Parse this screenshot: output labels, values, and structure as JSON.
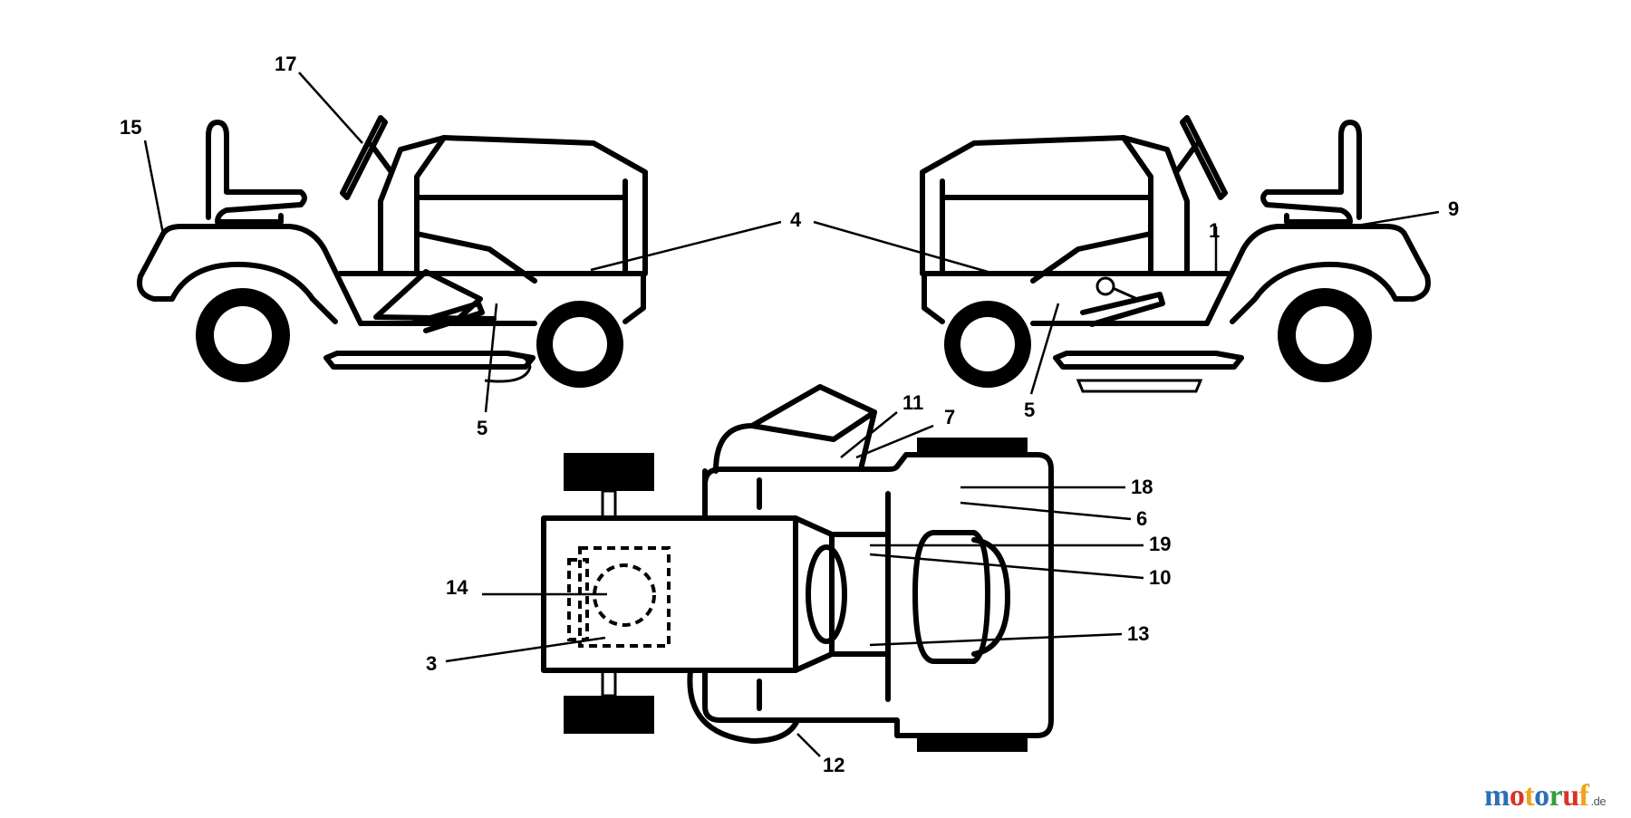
{
  "labels": {
    "l1": "1",
    "l3": "3",
    "l4": "4",
    "l5a": "5",
    "l5b": "5",
    "l6": "6",
    "l7": "7",
    "l9": "9",
    "l10": "10",
    "l11": "11",
    "l12": "12",
    "l13": "13",
    "l14": "14",
    "l15": "15",
    "l17": "17",
    "l18": "18",
    "l19": "19"
  },
  "watermark": {
    "letters": [
      "m",
      "o",
      "t",
      "o",
      "r",
      "u",
      "f"
    ],
    "colors": [
      "#2e6fb5",
      "#d8342b",
      "#f0a21b",
      "#2e6fb5",
      "#3a9a43",
      "#d8342b",
      "#f0a21b"
    ],
    "suffix": ".de"
  }
}
